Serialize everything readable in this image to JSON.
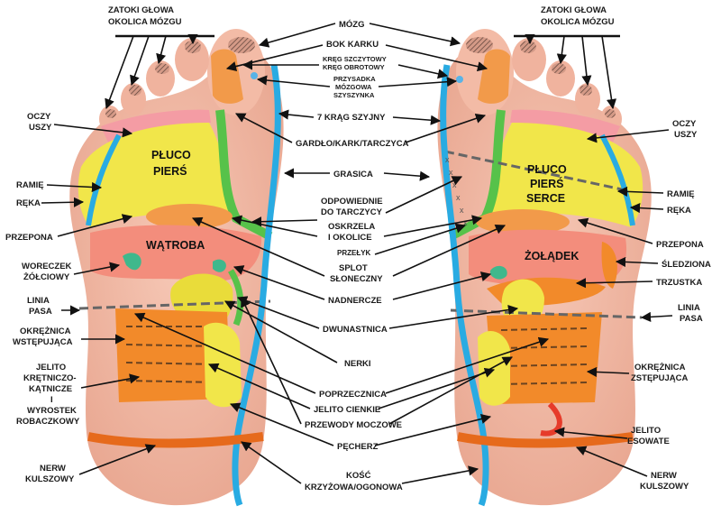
{
  "diagram": {
    "zones_left": {
      "pluco": "PŁUCO",
      "piers": "PIERŚ",
      "watroba": "WĄTROBA"
    },
    "zones_right": {
      "pluco": "PŁUCO",
      "piers": "PIERŚ",
      "serce": "SERCE",
      "zoladek": "ŻOŁĄDEK"
    },
    "labels": {
      "zatoki_left_1": "ZATOKI GŁOWA",
      "zatoki_left_2": "OKOLICA MÓZGU",
      "zatoki_right_1": "ZATOKI GŁOWA",
      "zatoki_right_2": "OKOLICA MÓZGU",
      "mozg": "MÓZG",
      "bok_karku": "BOK KARKU",
      "kreg_1": "KRĘG SZCZYTOWY",
      "kreg_2": "KRĘG OBROTOWY",
      "przysadka_1": "PRZYSADKA",
      "przysadka_2": "MÓZGOWA",
      "przysadka_3": "SZYSZYNKA",
      "krag_szyjny": "7 KRĄG SZYJNY",
      "gardlo": "GARDŁO/KARK/TARCZYCA",
      "grasica": "GRASICA",
      "odpowiednie_1": "ODPOWIEDNIE",
      "odpowiednie_2": "DO TARCZYCY",
      "oskrzela_1": "OSKRZELA",
      "oskrzela_2": "I OKOLICE",
      "przelyk": "PRZEŁYK",
      "splot_1": "SPLOT",
      "splot_2": "SŁONECZNY",
      "nadnercze": "NADNERCZE",
      "dwunastnica": "DWUNASTNICA",
      "nerki": "NERKI",
      "poprzecznica": "POPRZECZNICA",
      "jelito_cienkie": "JELITO CIENKIE",
      "przewody": "PRZEWODY MOCZOWE",
      "pecherz": "PĘCHERZ",
      "kosc_1": "KOŚĆ",
      "kosc_2": "KRZYŻOWA/OGONOWA",
      "oczy_left_1": "OCZY",
      "oczy_left_2": "USZY",
      "ramie_left": "RAMIĘ",
      "reka_left": "RĘKA",
      "przepona_left": "PRZEPONA",
      "woreczek_1": "WORECZEK",
      "woreczek_2": "ŻÓŁCIOWY",
      "linia_left_1": "LINIA",
      "linia_left_2": "PASA",
      "okreznica_left_1": "OKRĘŻNICA",
      "okreznica_left_2": "WSTĘPUJĄCA",
      "jelito_kret_1": "JELITO",
      "jelito_kret_2": "KRĘTNICZO-",
      "jelito_kret_3": "KĄTNICZE",
      "jelito_kret_4": "I",
      "jelito_kret_5": "WYROSTEK",
      "jelito_kret_6": "ROBACZKOWY",
      "nerw_left_1": "NERW",
      "nerw_left_2": "KULSZOWY",
      "oczy_right_1": "OCZY",
      "oczy_right_2": "USZY",
      "ramie_right": "RAMIĘ",
      "reka_right": "RĘKA",
      "przepona_right": "PRZEPONA",
      "sledziona": "ŚLEDZIONA",
      "trzustka": "TRZUSTKA",
      "linia_right_1": "LINIA",
      "linia_right_2": "PASA",
      "okreznica_right_1": "OKRĘŻNICA",
      "okreznica_right_2": "ZSTĘPUJĄCA",
      "jelito_eso_1": "JELITO",
      "jelito_eso_2": "ESOWATE",
      "nerw_right_1": "NERW",
      "nerw_right_2": "KULSZOWY"
    }
  }
}
